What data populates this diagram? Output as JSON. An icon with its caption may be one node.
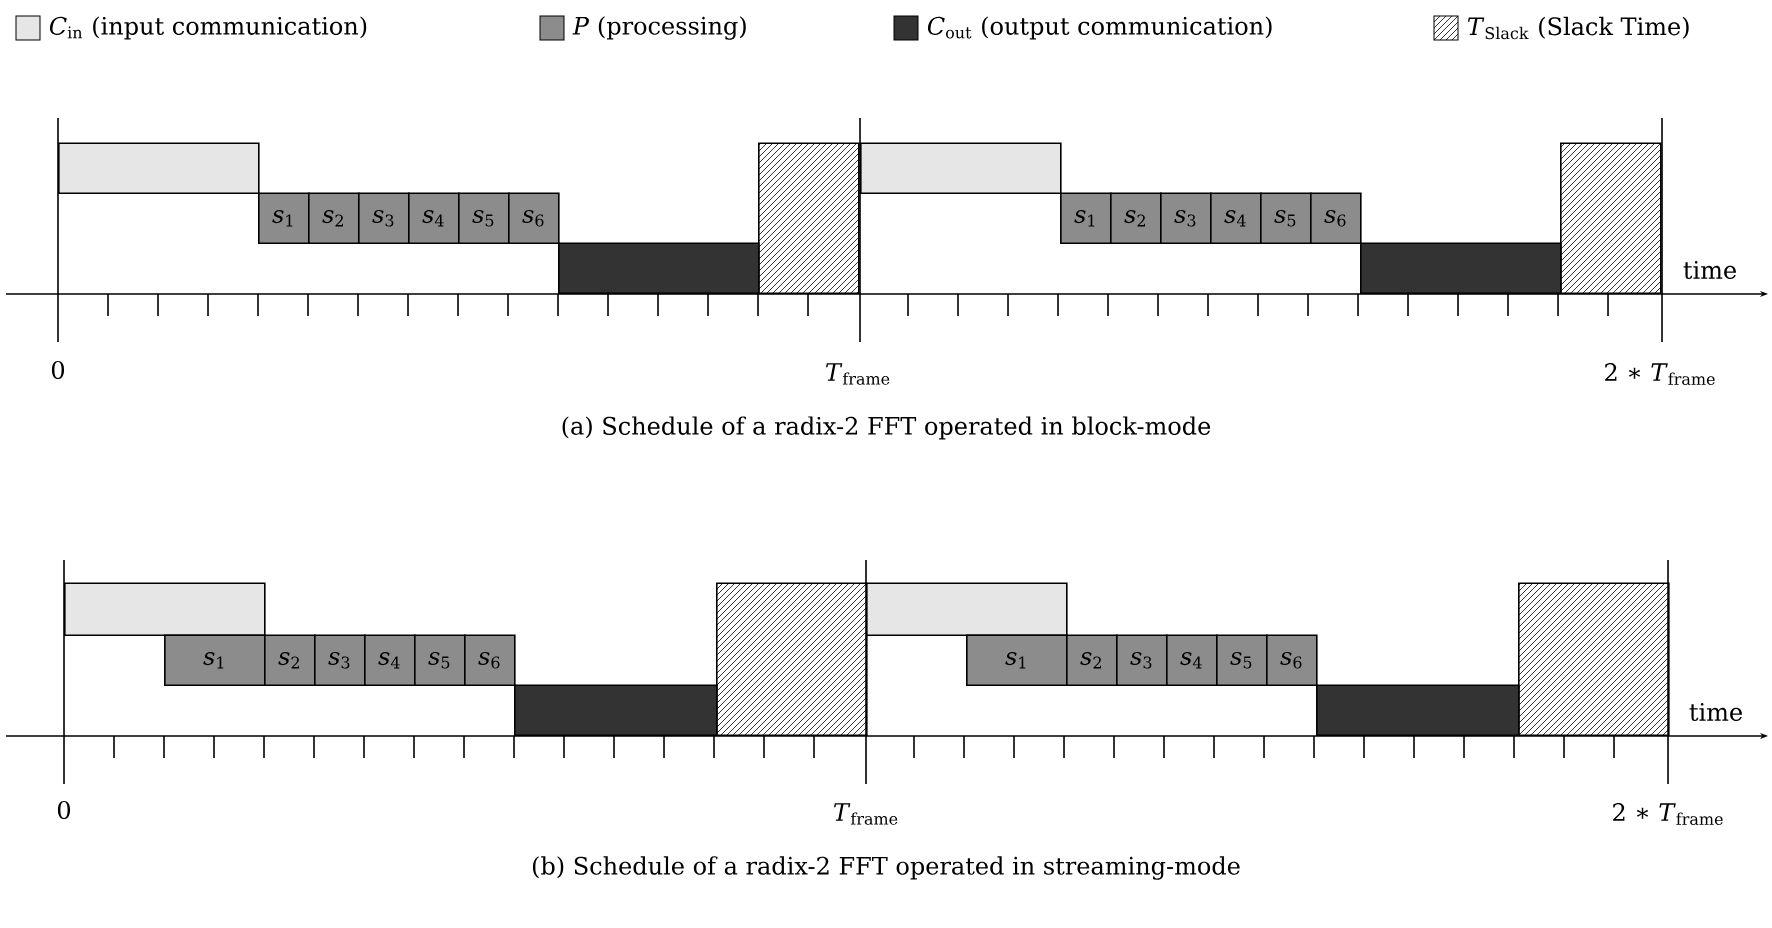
{
  "diagram": {
    "nodes": [
      {
        "text": [],
        "shape": "box"
      },
      {
        "text": [
          "*s*$_{1}$"
        ]
      },
      {
        "text": [
          "*s*$_{2}$"
        ]
      },
      {
        "text": [
          "*s*$_{3}$"
        ]
      },
      {
        "text": [
          "*s*$_{4}$"
        ]
      },
      {
        "text": [
          "*s*$_{5}$"
        ]
      },
      {
        "text": [
          "*s*$_{6}$"
        ]
      },
      {
        "text": [],
        "shape": "box"
      },
      {
        "text": [],
        "shape": "box"
      },
      {
        "text": [],
        "shape": "box"
      },
      {
        "text": [
          "*s*$_{1}$"
        ]
      },
      {
        "text": [
          "*s*$_{2}$"
        ]
      },
      {
        "text": [
          "*s*$_{3}$"
        ]
      },
      {
        "text": [
          "*s*$_{4}$"
        ]
      },
      {
        "text": [
          "*s*$_{5}$"
        ]
      },
      {
        "text": [
          "*s*$_{6}$"
        ]
      },
      {
        "text": [],
        "shape": "box"
      },
      {
        "text": [],
        "shape": "box"
      },
      {
        "text": [],
        "shape": "box"
      },
      {
        "text": [
          "*s*$_{1}$"
        ]
      },
      {
        "text": [
          "*s*$_{2}$"
        ]
      },
      {
        "text": [
          "*s*$_{3}$"
        ]
      },
      {
        "text": [
          "*s*$_{4}$"
        ]
      },
      {
        "text": [
          "*s*$_{5}$"
        ]
      },
      {
        "text": [
          "*s*$_{6}$"
        ]
      },
      {
        "text": [],
        "shape": "box"
      },
      {
        "text": [],
        "shape": "box"
      },
      {
        "text": [],
        "shape": "box"
      },
      {
        "text": [
          "*s*$_{1}$"
        ]
      },
      {
        "text": [
          "*s*$_{2}$"
        ]
      },
      {
        "text": [
          "*s*$_{3}$"
        ]
      },
      {
        "text": [
          "*s*$_{4}$"
        ]
      },
      {
        "text": [
          "*s*$_{5}$"
        ]
      },
      {
        "text": [
          "*s*$_{6}$"
        ]
      },
      {
        "text": [],
        "shape": "box"
      },
      {
        "text": [],
        "shape": "box"
      }
    ],
    "labels": [
      "time",
      "0",
      "*T*$_{frame}$",
      "2 ∗ *T*$_{frame}$",
      "(a) Schedule of a radix-2 FFT operated in block-mode",
      "time",
      "0",
      "*T*$_{frame}$",
      "2 ∗ *T*$_{frame}$",
      "(b) Schedule of a radix-2 FFT operated in streaming-mode"
    ],
    "legend": [
      {
        "text": "*C*$_{in}$ (input communication)",
        "color": "#e6e6e6"
      },
      {
        "text": "*P* (processing)",
        "color": "#8c8c8c"
      },
      {
        "text": "*C*$_{out}$ (output communication)",
        "color": "#333333"
      },
      {
        "text": "*T*$_{Slack}$ (Slack Time)"
      }
    ]
  }
}
